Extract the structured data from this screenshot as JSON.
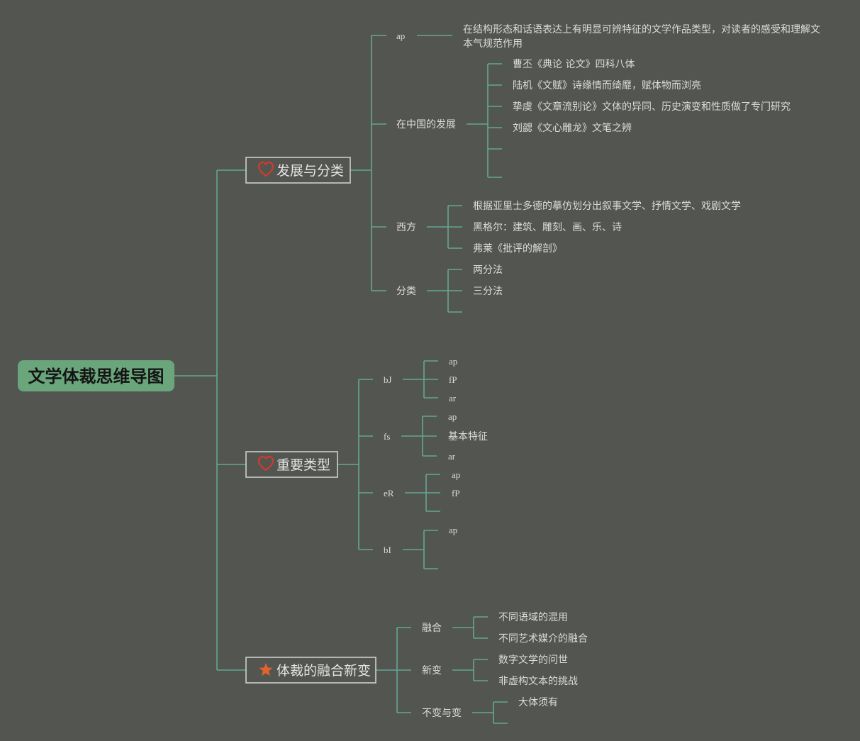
{
  "root": {
    "title": "文学体裁思维导图",
    "color": "#6aa57c"
  },
  "colors": {
    "background": "#535550",
    "connector": "#63a796",
    "heart_icon": "#d43a2a",
    "star_icon": "#e2622d"
  },
  "branches": [
    {
      "label": "发展与分类",
      "icon": "heart-icon",
      "children": [
        {
          "label": "ap",
          "children": [
            {
              "label": "在结构形态和话语表达上有明显可辨特征的文学作品类型，对读者的感受和理解文本气规范作用"
            }
          ]
        },
        {
          "label": "在中国的发展",
          "children": [
            {
              "label": "曹丕《典论 论文》四科八体"
            },
            {
              "label": "陆机《文赋》诗缘情而绮靡，赋体物而浏亮"
            },
            {
              "label": "挚虞《文章流别论》文体的异同、历史演变和性质做了专门研究"
            },
            {
              "label": "刘勰《文心雕龙》文笔之辨"
            },
            {
              "label": ""
            },
            {
              "label": ""
            }
          ]
        },
        {
          "label": "西方",
          "children": [
            {
              "label": "根据亚里士多德的摹仿划分出叙事文学、抒情文学、戏剧文学"
            },
            {
              "label": "黑格尔：建筑、雕刻、画、乐、诗"
            },
            {
              "label": "弗莱《批评的解剖》"
            }
          ]
        },
        {
          "label": "分类",
          "children": [
            {
              "label": "两分法"
            },
            {
              "label": "三分法"
            },
            {
              "label": ""
            }
          ]
        }
      ]
    },
    {
      "label": "重要类型",
      "icon": "heart-icon",
      "children": [
        {
          "label": "bJ",
          "children": [
            {
              "label": "ap"
            },
            {
              "label": "fP"
            },
            {
              "label": "ar"
            }
          ]
        },
        {
          "label": "fs",
          "children": [
            {
              "label": "ap"
            },
            {
              "label": "基本特征"
            },
            {
              "label": "ar"
            }
          ]
        },
        {
          "label": "eR",
          "children": [
            {
              "label": "ap"
            },
            {
              "label": "fP"
            },
            {
              "label": ""
            }
          ]
        },
        {
          "label": "bI",
          "children": [
            {
              "label": "ap"
            },
            {
              "label": ""
            }
          ]
        }
      ]
    },
    {
      "label": "体裁的融合新变",
      "icon": "star-icon",
      "children": [
        {
          "label": "融合",
          "children": [
            {
              "label": "不同语域的混用"
            },
            {
              "label": "不同艺术媒介的融合"
            }
          ]
        },
        {
          "label": "新变",
          "children": [
            {
              "label": "数字文学的问世"
            },
            {
              "label": "非虚构文本的挑战"
            }
          ]
        },
        {
          "label": "不变与变",
          "children": [
            {
              "label": "大体须有"
            },
            {
              "label": ""
            }
          ]
        }
      ]
    }
  ]
}
